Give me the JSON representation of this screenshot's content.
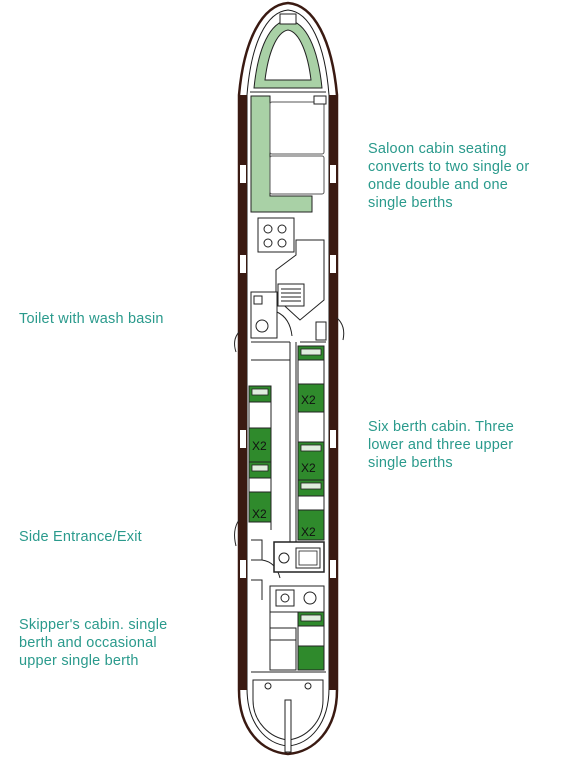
{
  "callouts": {
    "saloon": [
      "Saloon cabin seating",
      "converts to two single or",
      "onde double and one",
      "single berths"
    ],
    "toilet": [
      "Toilet with wash basin"
    ],
    "six_berth": [
      "Six berth cabin. Three",
      "lower and three upper",
      "single berths"
    ],
    "side_entrance": [
      "Side Entrance/Exit"
    ],
    "skipper": [
      "Skipper's cabin. single",
      "berth and occasional",
      "upper single berth"
    ]
  },
  "berth_marks": [
    "X2",
    "X2",
    "X2",
    "X2",
    "X2"
  ],
  "colors": {
    "hull": "#3a1a12",
    "berth_green": "#2f8a2c",
    "seating_green": "#a9d1a6",
    "label_teal": "#2a9a8c"
  }
}
